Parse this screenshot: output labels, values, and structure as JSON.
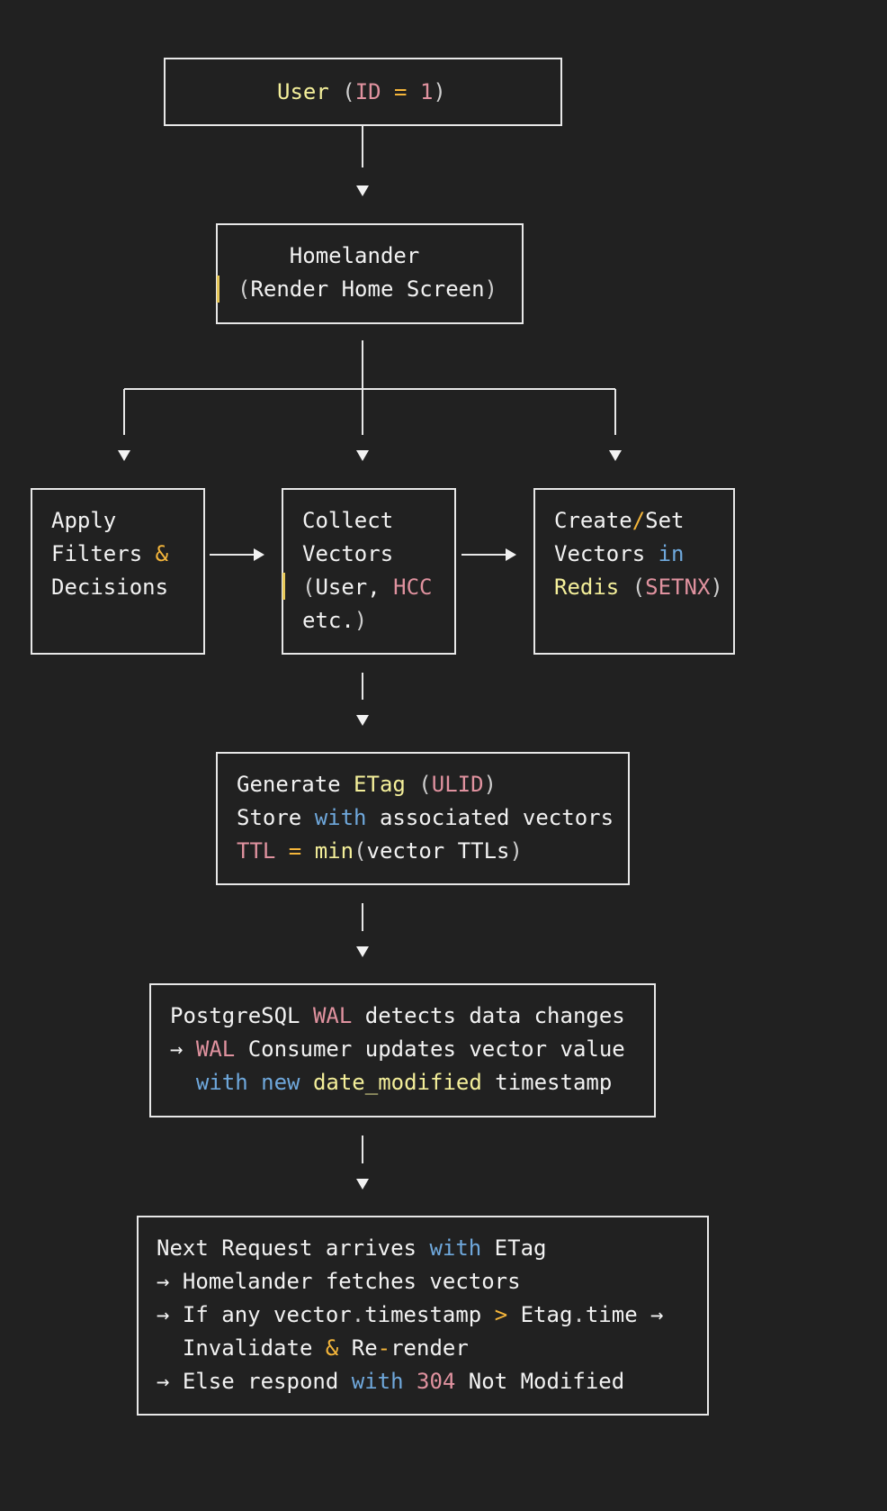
{
  "nodes": {
    "user": {
      "lines": [
        [
          {
            "t": "User",
            "c": "y"
          },
          {
            "t": " ",
            "c": "w"
          },
          {
            "t": "(",
            "c": "g"
          },
          {
            "t": "ID",
            "c": "p"
          },
          {
            "t": " = ",
            "c": "o"
          },
          {
            "t": "1",
            "c": "p"
          },
          {
            "t": ")",
            "c": "g"
          }
        ]
      ]
    },
    "homelander": {
      "lines": [
        [
          {
            "t": "    Homelander",
            "c": "w"
          }
        ],
        [
          {
            "t": "(",
            "c": "g"
          },
          {
            "t": "Render Home Screen",
            "c": "w"
          },
          {
            "t": ")",
            "c": "g"
          }
        ]
      ]
    },
    "apply": {
      "lines": [
        [
          {
            "t": "Apply",
            "c": "w"
          }
        ],
        [
          {
            "t": "Filters ",
            "c": "w"
          },
          {
            "t": "&",
            "c": "o"
          }
        ],
        [
          {
            "t": "Decisions",
            "c": "w"
          }
        ]
      ]
    },
    "collect": {
      "lines": [
        [
          {
            "t": "Collect",
            "c": "w"
          }
        ],
        [
          {
            "t": "Vectors",
            "c": "w"
          }
        ],
        [
          {
            "t": "(",
            "c": "g"
          },
          {
            "t": "User, ",
            "c": "w"
          },
          {
            "t": "HCC",
            "c": "p"
          }
        ],
        [
          {
            "t": "etc.",
            "c": "w"
          },
          {
            "t": ")",
            "c": "g"
          }
        ]
      ]
    },
    "create": {
      "lines": [
        [
          {
            "t": "Create",
            "c": "w"
          },
          {
            "t": "/",
            "c": "o"
          },
          {
            "t": "Set",
            "c": "w"
          }
        ],
        [
          {
            "t": "Vectors ",
            "c": "w"
          },
          {
            "t": "in",
            "c": "b"
          }
        ],
        [
          {
            "t": "Redis",
            "c": "y"
          },
          {
            "t": " (",
            "c": "g"
          },
          {
            "t": "SETNX",
            "c": "p"
          },
          {
            "t": ")",
            "c": "g"
          }
        ]
      ]
    },
    "etag": {
      "lines": [
        [
          {
            "t": "Generate ",
            "c": "w"
          },
          {
            "t": "ETag",
            "c": "y"
          },
          {
            "t": " (",
            "c": "g"
          },
          {
            "t": "ULID",
            "c": "p"
          },
          {
            "t": ")",
            "c": "g"
          }
        ],
        [
          {
            "t": "Store ",
            "c": "w"
          },
          {
            "t": "with",
            "c": "b"
          },
          {
            "t": " associated vectors",
            "c": "w"
          }
        ],
        [
          {
            "t": "TTL",
            "c": "p"
          },
          {
            "t": " = ",
            "c": "o"
          },
          {
            "t": "min",
            "c": "y"
          },
          {
            "t": "(",
            "c": "g"
          },
          {
            "t": "vector TTLs",
            "c": "w"
          },
          {
            "t": ")",
            "c": "g"
          }
        ]
      ]
    },
    "wal": {
      "lines": [
        [
          {
            "t": "PostgreSQL ",
            "c": "w"
          },
          {
            "t": "WAL",
            "c": "p"
          },
          {
            "t": " detects data changes",
            "c": "w"
          }
        ],
        [
          {
            "t": "→ ",
            "c": "w"
          },
          {
            "t": "WAL",
            "c": "p"
          },
          {
            "t": " Consumer updates vector value",
            "c": "w"
          }
        ],
        [
          {
            "t": "  ",
            "c": "w"
          },
          {
            "t": "with new",
            "c": "b"
          },
          {
            "t": " ",
            "c": "w"
          },
          {
            "t": "date_modified",
            "c": "y"
          },
          {
            "t": " timestamp",
            "c": "w"
          }
        ]
      ]
    },
    "next": {
      "lines": [
        [
          {
            "t": "Next Request arrives ",
            "c": "w"
          },
          {
            "t": "with",
            "c": "b"
          },
          {
            "t": " ETag",
            "c": "w"
          }
        ],
        [
          {
            "t": "→ Homelander fetches vectors",
            "c": "w"
          }
        ],
        [
          {
            "t": "→ If any vector",
            "c": "w"
          },
          {
            "t": ".",
            "c": "g"
          },
          {
            "t": "timestamp ",
            "c": "w"
          },
          {
            "t": ">",
            "c": "o"
          },
          {
            "t": " Etag",
            "c": "w"
          },
          {
            "t": ".",
            "c": "g"
          },
          {
            "t": "time →",
            "c": "w"
          }
        ],
        [
          {
            "t": "  Invalidate ",
            "c": "w"
          },
          {
            "t": "&",
            "c": "o"
          },
          {
            "t": " Re",
            "c": "w"
          },
          {
            "t": "-",
            "c": "o"
          },
          {
            "t": "render",
            "c": "w"
          }
        ],
        [
          {
            "t": "→ Else respond ",
            "c": "w"
          },
          {
            "t": "with",
            "c": "b"
          },
          {
            "t": " ",
            "c": "w"
          },
          {
            "t": "304",
            "c": "p"
          },
          {
            "t": " Not Modified",
            "c": "w"
          }
        ]
      ]
    }
  }
}
